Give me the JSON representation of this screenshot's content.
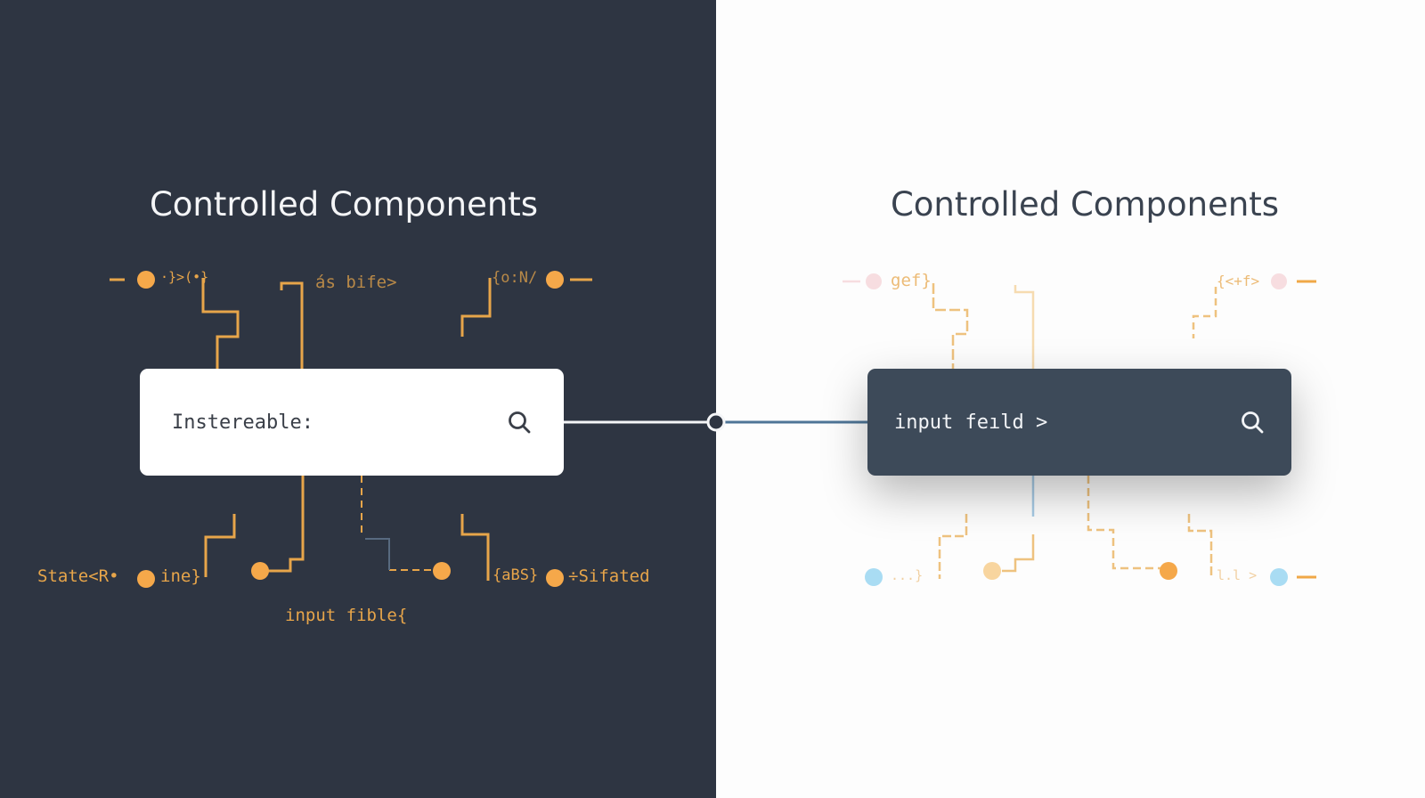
{
  "left": {
    "title": "Controlled Components",
    "input_text": "Instereable:",
    "labels": {
      "top_left": "·}>(•}",
      "top_center": "ás bife>",
      "top_right": "{o:N/",
      "bottom_state": "State<R•",
      "bottom_ine": "ine}",
      "bottom_abs": "{aBS}",
      "bottom_sifated": "÷Sifated",
      "bottom_caption": "input fible{"
    }
  },
  "right": {
    "title": "Controlled Components",
    "input_text": "input feıld >",
    "labels": {
      "top_left": "gef}",
      "top_right": "{<+f>",
      "bottom_left": "...}",
      "bottom_right": "l.l >"
    }
  },
  "colors": {
    "dark_bg": "#2e3542",
    "accent": "#f5a84a",
    "box_dark": "#3d4a59",
    "connector": "#4e7597",
    "light_dot": "#a9dcf3",
    "pink_dot": "#f7dde0"
  }
}
